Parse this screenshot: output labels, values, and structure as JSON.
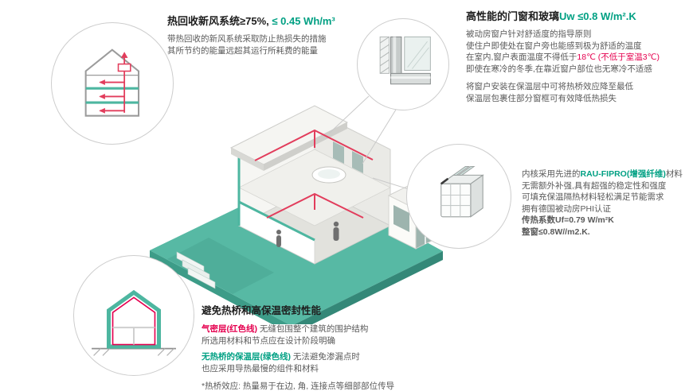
{
  "colors": {
    "accent_green_text": "#00a083",
    "accent_red_text": "#e5004f",
    "ground_teal": "#57b9a4",
    "duct_red": "#e23d5c",
    "insulation_teal": "#4db6a0"
  },
  "heat_recovery": {
    "title_black": "热回收新风系统≥75%,",
    "title_green": " ≤ 0.45 Wh/m³",
    "line1": "带热回收的新风系统采取防止热损失的措施",
    "line2": "其所节约的能量远超其运行所耗费的能量"
  },
  "windows": {
    "title_black": "高性能的门窗和玻璃",
    "title_green": "Uw ≤0.8 W/m².K",
    "line1": "被动房窗户针对舒适度的指导原则",
    "line2": "使住户即使处在窗户旁也能感到极为舒适的温度",
    "line3_pre": "在室内,窗户表面温度不得低于",
    "line3_red": "18℃ (不低于室温3℃)",
    "line4": "即使在寒冷的冬季,在靠近窗户部位也无寒冷不适感",
    "line5": "将窗户安装在保温层中可将热桥效应降至最低",
    "line6": "保温层包裹住部分窗框可有效降低热损失"
  },
  "profile": {
    "line1_pre": "内核采用先进的",
    "line1_green": "RAU-FIPRO(增强纤维)",
    "line1_post": "材料",
    "line2": "无需额外补强,具有超强的稳定性和强度",
    "line3": "可填充保温隔热材料轻松满足节能需求",
    "line4": "拥有德国被动房PHI认证",
    "line5": "传热系数Uf=0.79 W/m²K",
    "line6": "整窗≤0.8W//m2.K."
  },
  "thermal": {
    "title": "避免热桥和高保温密封性能",
    "line1_red": "气密层(红色线)",
    "line1_rest": " 无缝包围整个建筑的围护结构",
    "line2": "所选用材料和节点应在设计阶段明确",
    "line3_green": "无热桥的保温层(绿色线)",
    "line3_rest": " 无法避免渗漏点时",
    "line4": "也应采用导热最慢的组件和材料",
    "footnote": "*热桥效应: 热量易于在边, 角, 连接点等细部部位传导"
  }
}
